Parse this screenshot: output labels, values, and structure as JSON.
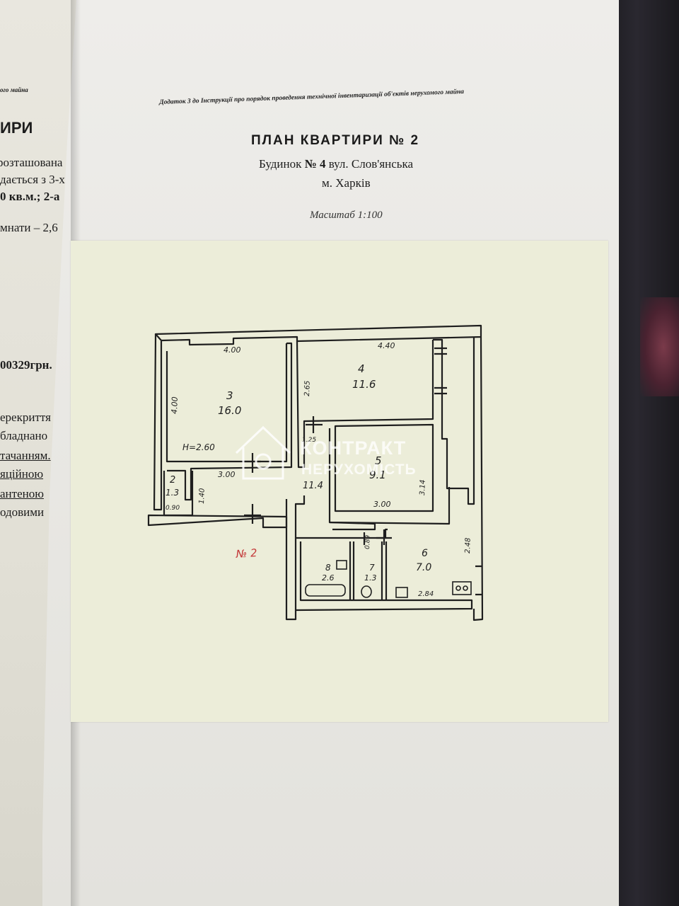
{
  "left_page": {
    "lines": [
      "ого майна",
      "ИРИ",
      "розташована",
      "дається з 3-х",
      "0 кв.м.; 2-а",
      "мнати – 2,6",
      "00329грн.",
      "ерекриття",
      "бладнано",
      "тачанням.",
      "яційною",
      "антеною",
      "одовими"
    ]
  },
  "document": {
    "appendix_note": "Додаток 3 до Інструкції про порядок проведення технічної інвентаризації об'єктів нерухомого майна",
    "title": "ПЛАН КВАРТИРИ № 2",
    "address_prefix": "Будинок",
    "house_number": "№ 4",
    "street": "вул. Слов'янська",
    "city": "м. Харків",
    "scale": "Масштаб 1:100"
  },
  "plan": {
    "rooms": [
      {
        "number": "3",
        "area": "16.0"
      },
      {
        "number": "4",
        "area": "11.6"
      },
      {
        "number": "5",
        "area": "9.1"
      },
      {
        "number": "2",
        "area": "1.3"
      },
      {
        "number": "8",
        "area": "2.6"
      },
      {
        "number": "7",
        "area": "1.3"
      },
      {
        "number": "6",
        "area": "7.0"
      }
    ],
    "corridor_area": "11.4",
    "ceiling_height": "H=2.60",
    "dimensions": {
      "room3_width": "4.00",
      "room3_depth": "4.00",
      "room4_width": "4.40",
      "room4_depth": "2.65",
      "room5_width": "3.00",
      "room5_depth": "3.14",
      "corridor_width": "3.00",
      "hall_depth": "1.40",
      "closet_width": "0.90",
      "corridor_small": "1.25",
      "passage": "0.89",
      "kitchen_depth": "2.48",
      "kitchen_width": "2.84"
    },
    "apartment_mark": "№ 2"
  },
  "watermark": {
    "line1": "КОНТРАКТ",
    "line2": "НЕРУХОМІСТЬ",
    "color": "#ffffff"
  },
  "colors": {
    "ink": "#1e1e1e",
    "red_mark": "#c43a3a",
    "sheet": "#ecedd9"
  }
}
